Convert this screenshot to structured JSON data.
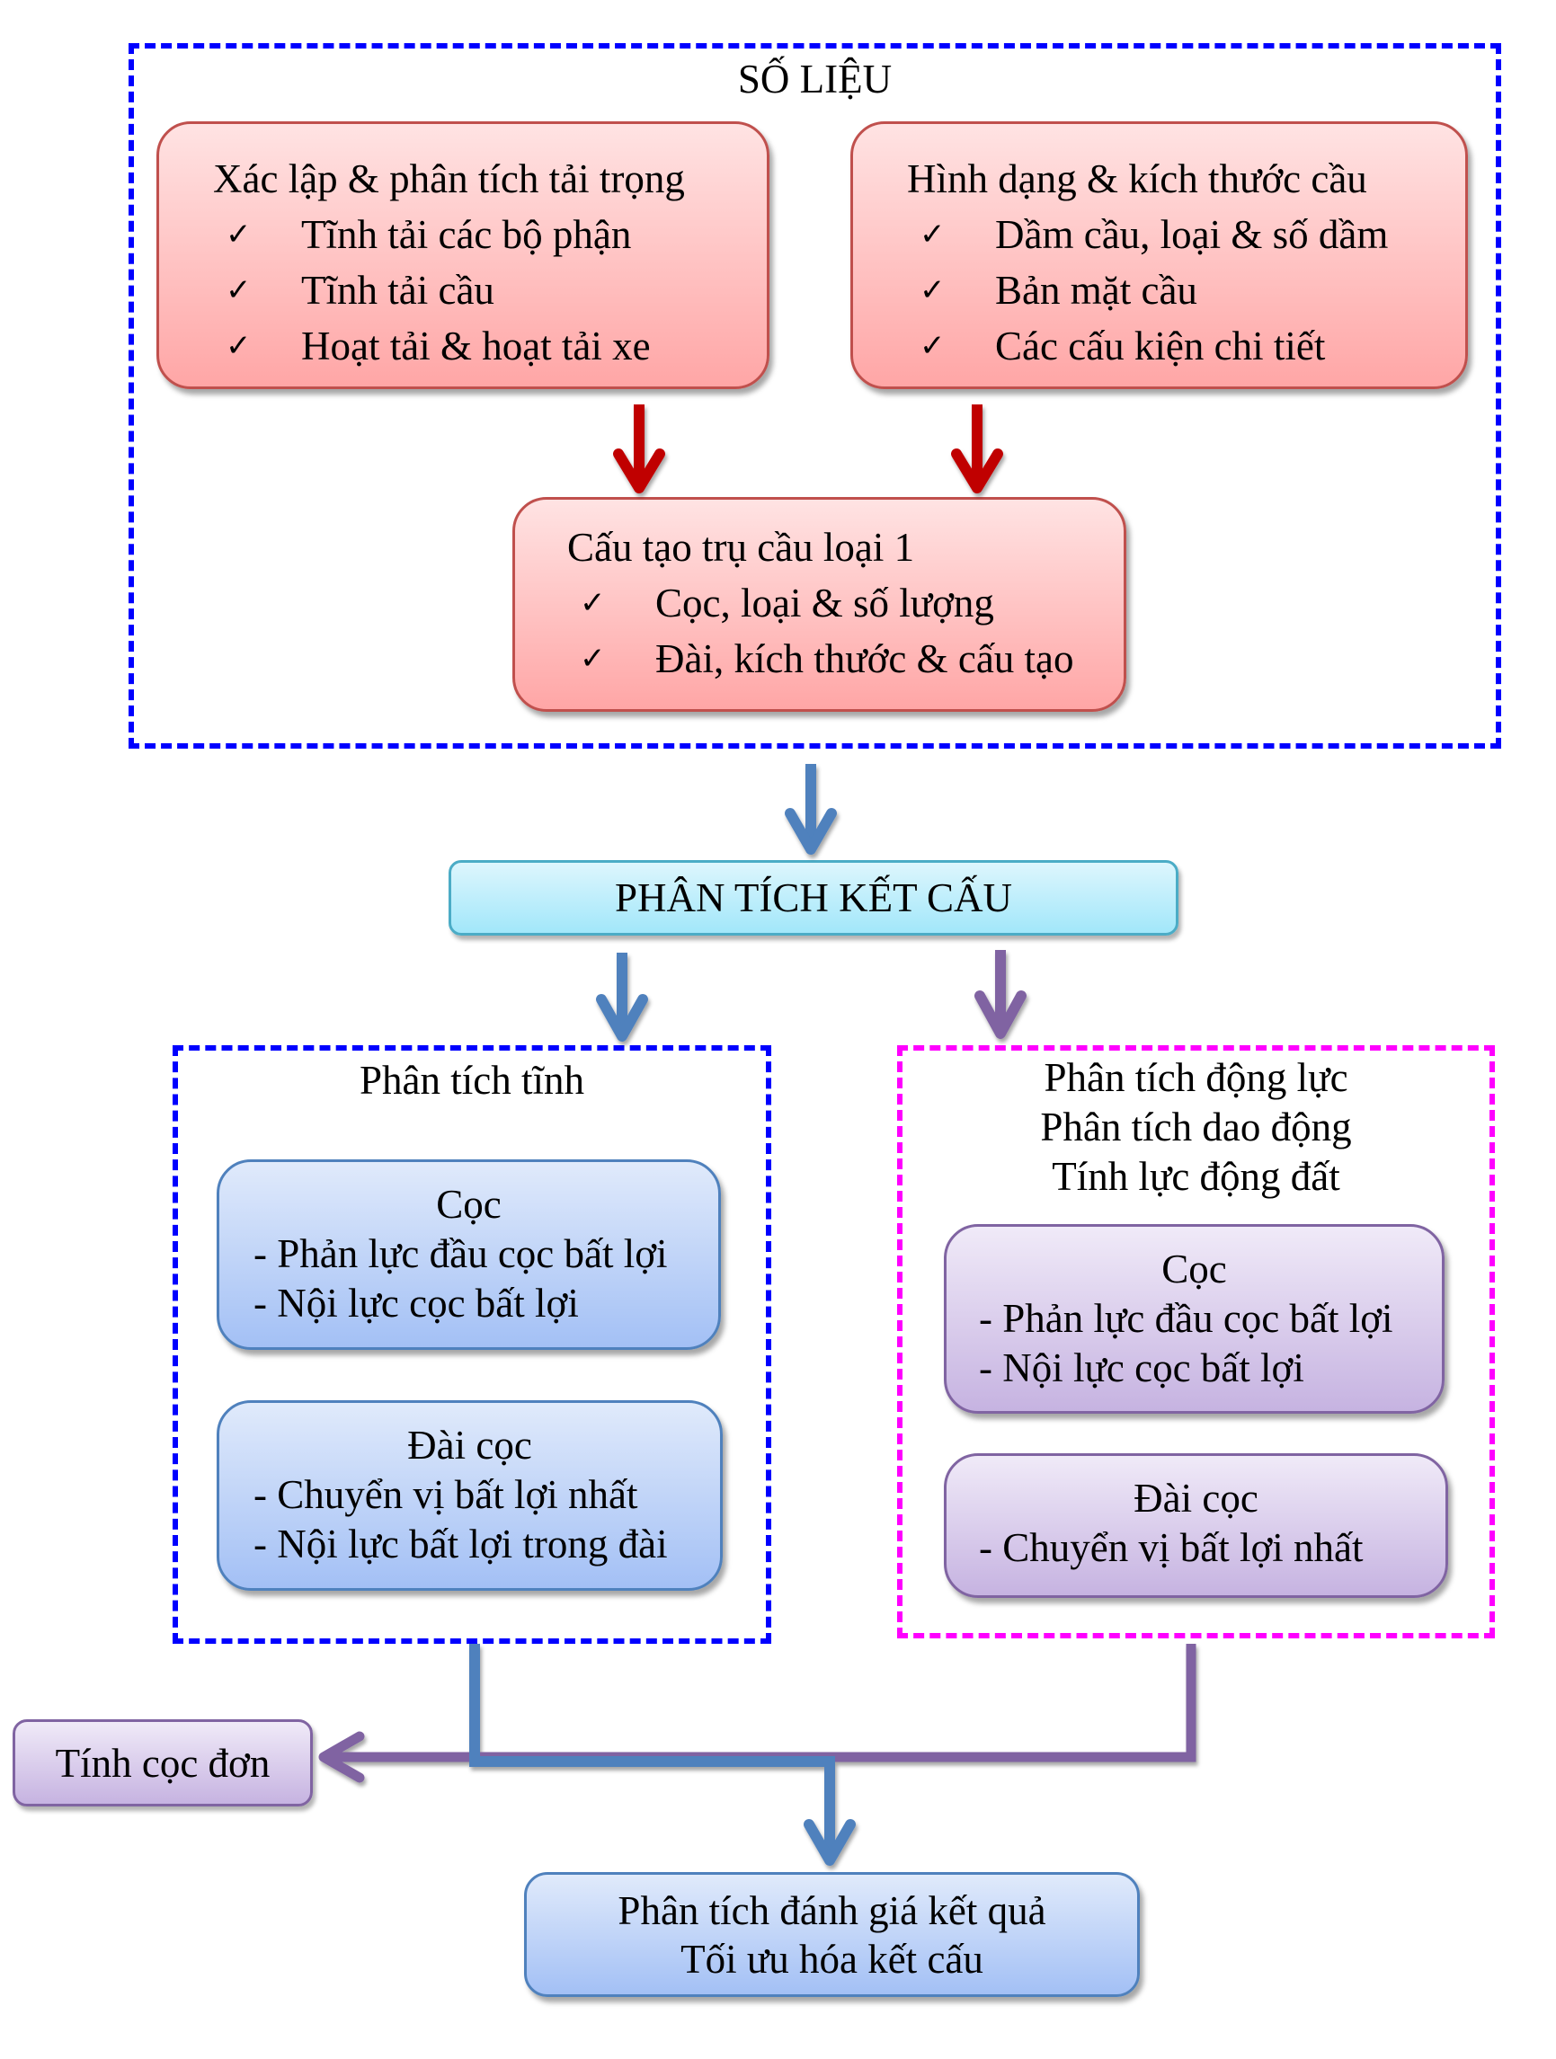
{
  "colors": {
    "data_border": "#0000FF",
    "dynamic_border": "#FF00FF",
    "red_arrow": "#C00000",
    "blue_arrow": "#4F81BD",
    "purple_arrow": "#8064A2"
  },
  "so_lieu": {
    "title": "SỐ LIỆU",
    "load_box": {
      "title": "Xác lập & phân tích tải trọng",
      "items": [
        "Tĩnh tải các bộ phận",
        "Tĩnh tải cầu",
        "Hoạt tải & hoạt tải xe"
      ]
    },
    "geometry_box": {
      "title": "Hình dạng & kích thước cầu",
      "items": [
        "Dầm cầu, loại & số dầm",
        "Bản mặt cầu",
        "Các cấu kiện chi tiết"
      ]
    },
    "pier_box": {
      "title": "Cấu tạo trụ cầu loại 1",
      "items": [
        "Cọc, loại & số lượng",
        "Đài, kích thước & cấu tạo"
      ]
    },
    "check_icon": "✓"
  },
  "structural_analysis": {
    "label": "PHÂN TÍCH KẾT CẤU"
  },
  "static_analysis": {
    "title": "Phân tích tĩnh",
    "pile_box": {
      "title": "Cọc",
      "items": [
        "- Phản lực đầu cọc bất lợi",
        "- Nội lực cọc bất lợi"
      ]
    },
    "cap_box": {
      "title": "Đài cọc",
      "items": [
        "- Chuyển vị bất lợi nhất",
        "- Nội lực bất lợi trong đài"
      ]
    }
  },
  "dynamic_analysis": {
    "titles": [
      "Phân tích động lực",
      "Phân tích dao động",
      "Tính lực động đất"
    ],
    "pile_box": {
      "title": "Cọc",
      "items": [
        "- Phản lực đầu cọc bất lợi",
        "- Nội lực cọc bất lợi"
      ]
    },
    "cap_box": {
      "title": "Đài cọc",
      "items": [
        "- Chuyển vị bất lợi nhất"
      ]
    }
  },
  "single_pile": {
    "label": "Tính cọc đơn"
  },
  "result": {
    "lines": [
      "Phân tích đánh giá kết quả",
      "Tối ưu hóa kết cấu"
    ]
  }
}
